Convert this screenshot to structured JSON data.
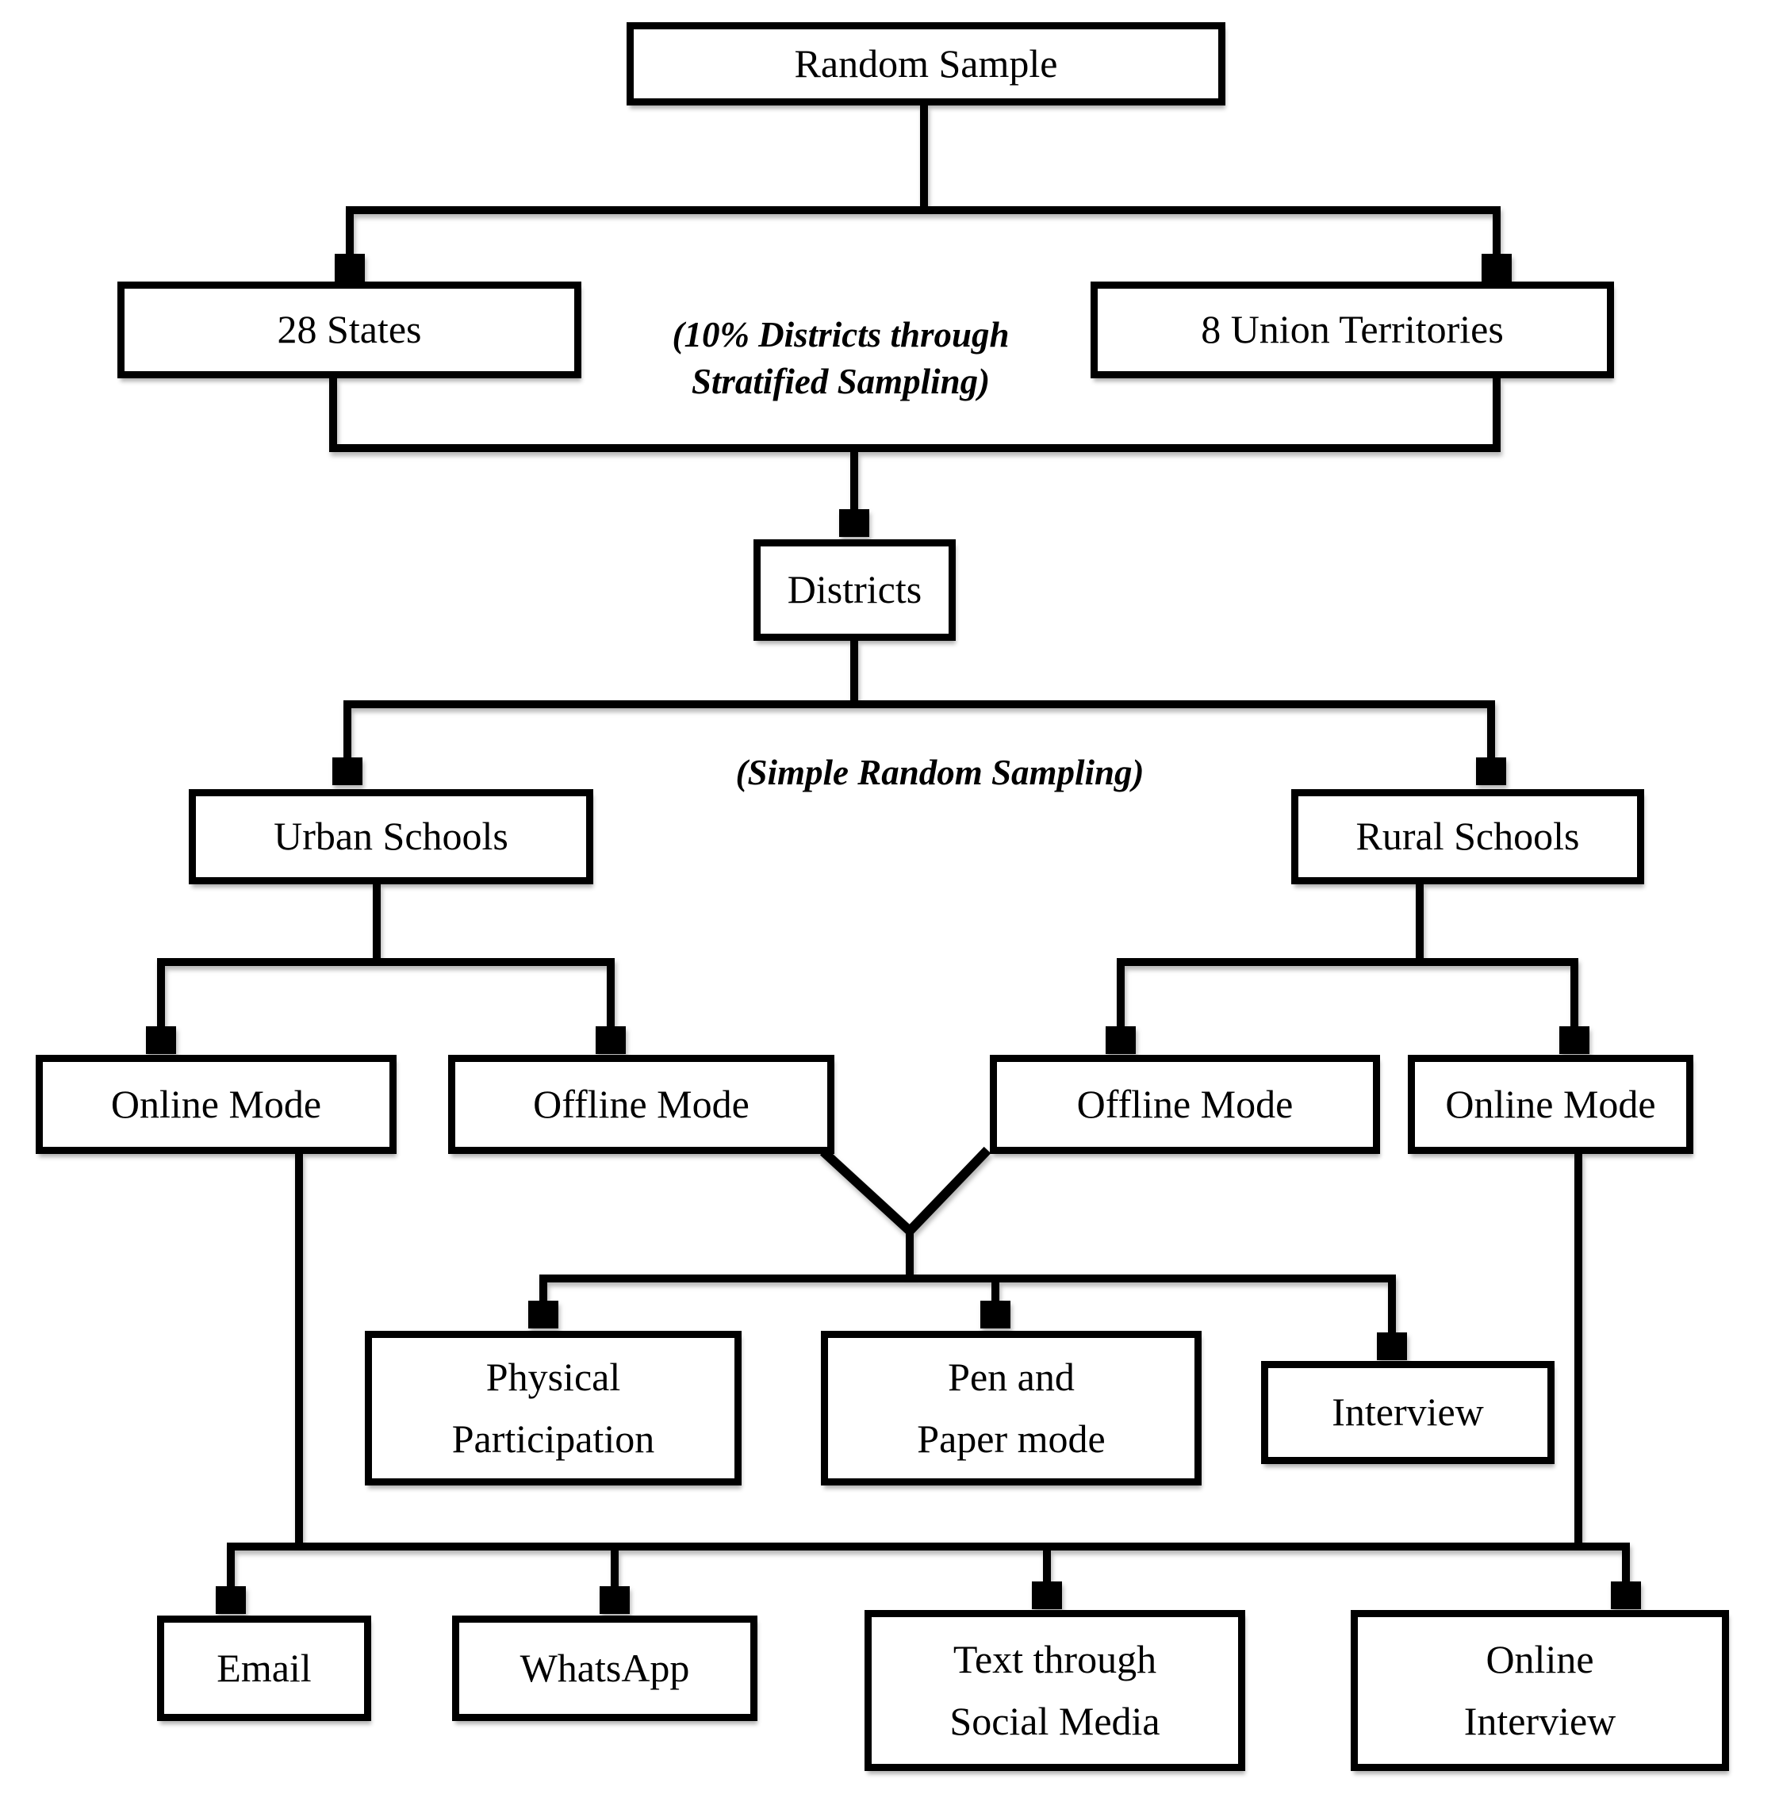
{
  "diagram": {
    "type": "flowchart",
    "description": "Sampling design flowchart from random sample of states and union territories down to data collection modes",
    "colors": {
      "line": "#000000",
      "box_fill": "#ffffff",
      "text": "#000000"
    }
  },
  "nodes": {
    "random_sample": {
      "label": "Random Sample"
    },
    "states": {
      "label": "28 States"
    },
    "union_territories": {
      "label": "8 Union Territories"
    },
    "districts": {
      "label": "Districts"
    },
    "urban_schools": {
      "label": "Urban Schools"
    },
    "rural_schools": {
      "label": "Rural Schools"
    },
    "online_mode_urban": {
      "label": "Online Mode"
    },
    "offline_mode_urban": {
      "label": "Offline Mode"
    },
    "offline_mode_rural": {
      "label": "Offline Mode"
    },
    "online_mode_rural": {
      "label": "Online Mode"
    },
    "physical_participation": {
      "lines": [
        "Physical",
        "Participation"
      ]
    },
    "pen_paper": {
      "lines": [
        "Pen and",
        "Paper mode"
      ]
    },
    "interview": {
      "label": "Interview"
    },
    "email": {
      "label": "Email"
    },
    "whatsapp": {
      "label": "WhatsApp"
    },
    "text_social_media": {
      "lines": [
        "Text through",
        "Social Media"
      ]
    },
    "online_interview": {
      "lines": [
        "Online",
        "Interview"
      ]
    }
  },
  "annotations": {
    "stratified": {
      "line1": "(10% Districts through",
      "line2": "Stratified Sampling)"
    },
    "simple_random": {
      "label": "(Simple Random Sampling)"
    }
  }
}
